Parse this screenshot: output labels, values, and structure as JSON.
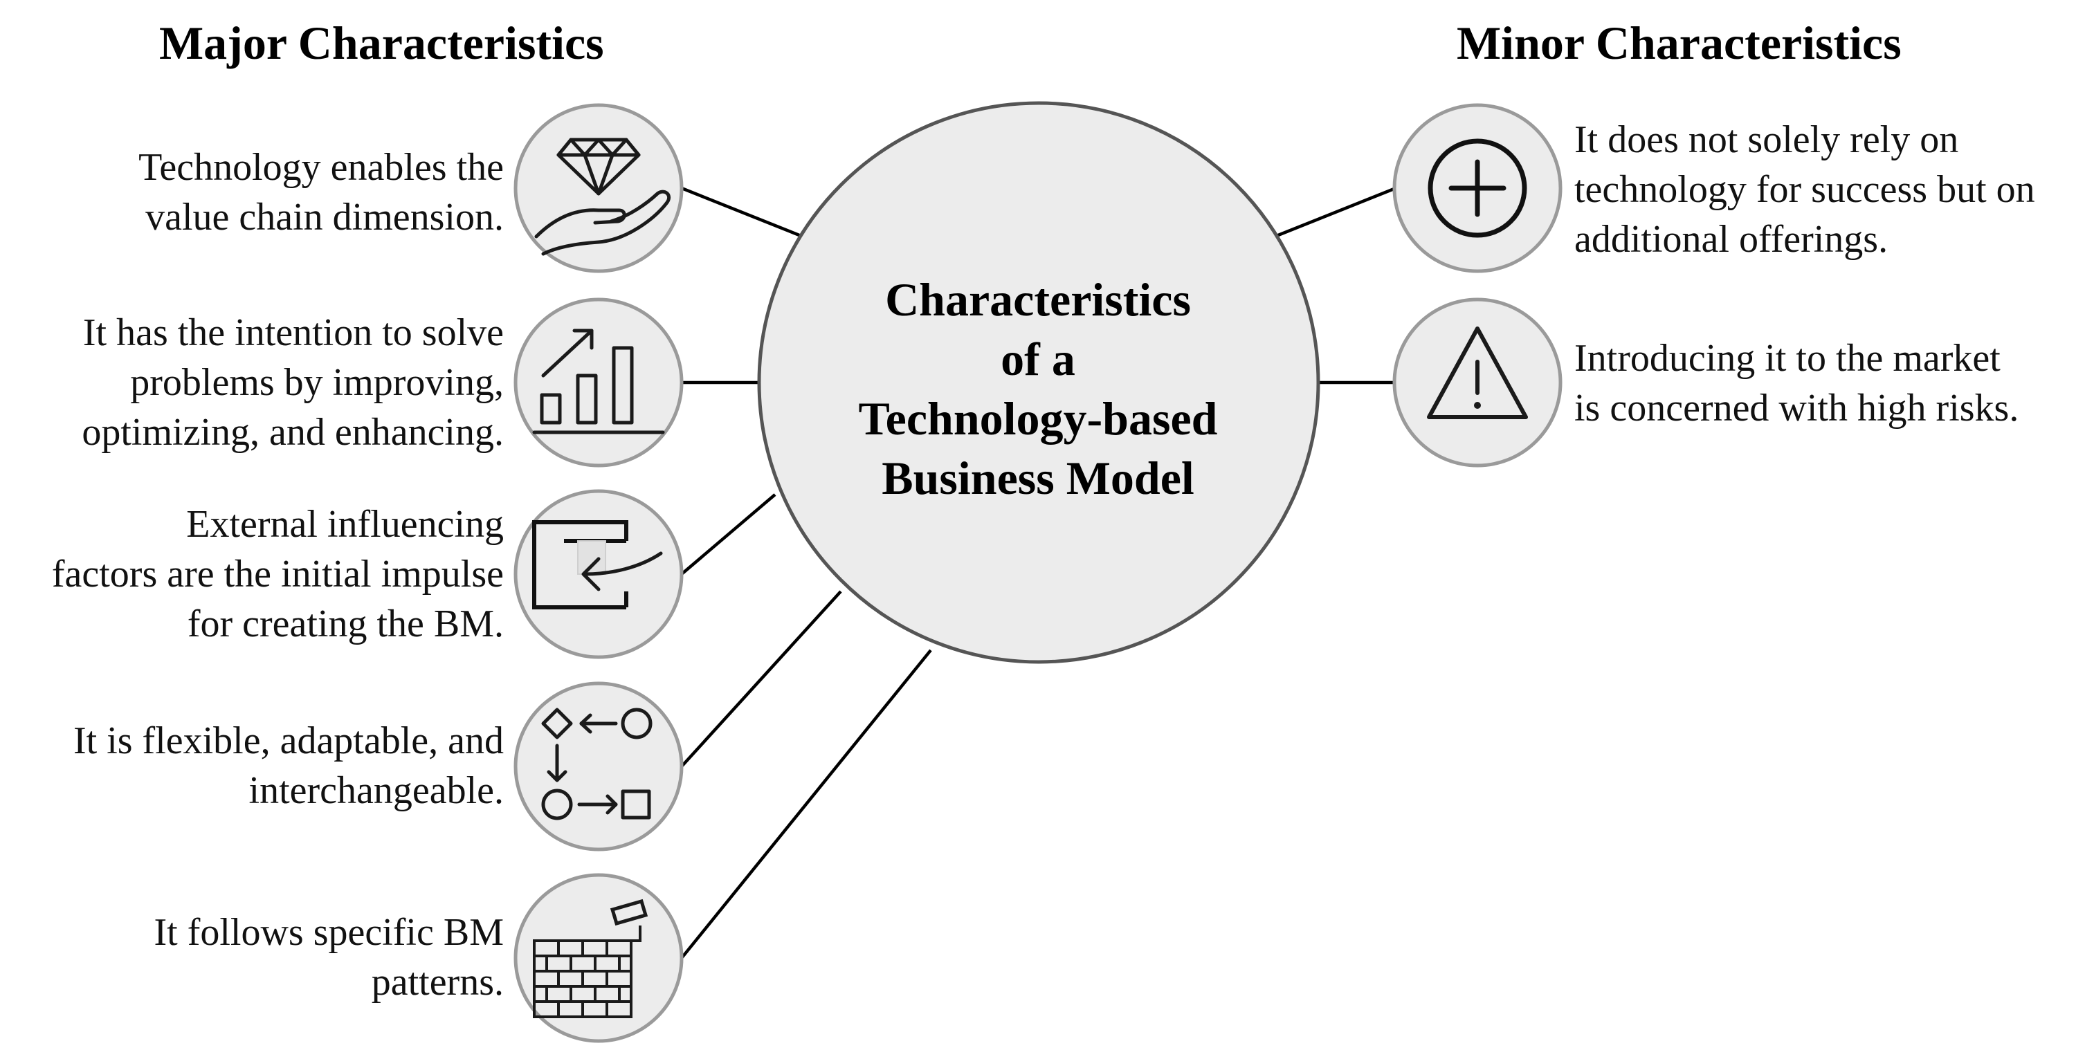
{
  "headings": {
    "major": "Major Characteristics",
    "minor": "Minor Characteristics"
  },
  "center": {
    "title": "Characteristics\nof a\nTechnology-based\nBusiness Model"
  },
  "major": [
    {
      "icon": "diamond-hand-icon",
      "text": "Technology enables the\nvalue chain dimension."
    },
    {
      "icon": "growth-chart-icon",
      "text": "It has the intention to solve\nproblems by improving,\noptimizing, and enhancing."
    },
    {
      "icon": "enter-arrow-icon",
      "text": "External influencing\nfactors are the initial impulse\nfor creating the BM."
    },
    {
      "icon": "process-flow-icon",
      "text": "It is flexible, adaptable, and\ninterchangeable."
    },
    {
      "icon": "brick-wall-icon",
      "text": "It follows specific BM\npatterns."
    }
  ],
  "minor": [
    {
      "icon": "plus-circle-icon",
      "text": "It does not solely rely on\ntechnology for success but on\nadditional offerings."
    },
    {
      "icon": "warning-triangle-icon",
      "text": "Introducing it to the market\nis concerned with high risks."
    }
  ],
  "colors": {
    "node_fill": "#ececec",
    "node_stroke": "#9a9a9a",
    "center_fill": "#ececec",
    "center_stroke": "#555555",
    "connector": "#000000"
  }
}
